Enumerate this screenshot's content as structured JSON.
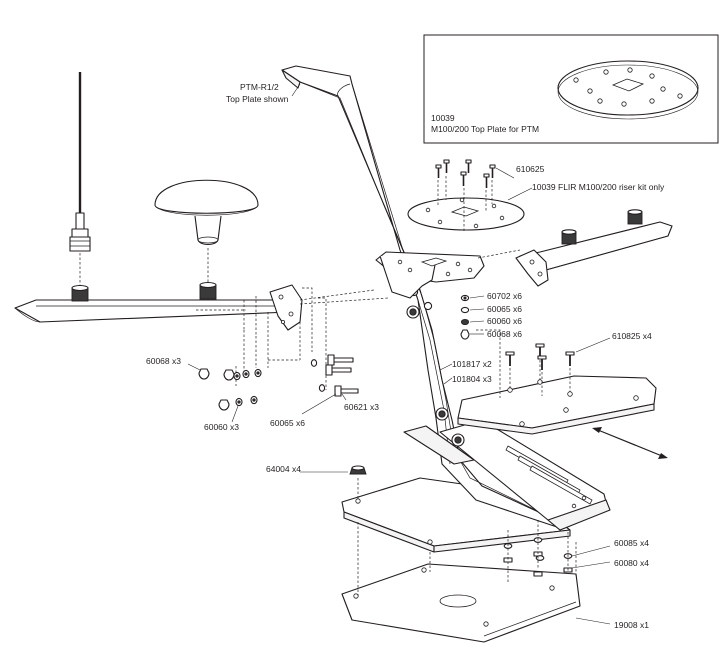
{
  "inset": {
    "part_number": "10039",
    "description": "M100/200 Top Plate for PTM"
  },
  "labels": {
    "ptm_model": "PTM-R1/2",
    "ptm_note": "Top Plate shown",
    "bolt_610625": "610625",
    "riser_kit": "10039 FLIR M100/200 riser kit only",
    "p60702": "60702  x6",
    "p60065_right": "60065  x6",
    "p60060_right": "60060  x6",
    "p60068_right": "60068  x6",
    "p610825": "610825  x4",
    "p101817": "101817  x2",
    "p101804": "101804  x3",
    "p60068_left": "60068  x3",
    "p60060_left": "60060  x3",
    "p60065_left": "60065  x6",
    "p60621": "60621  x3",
    "p64004": "64004  x4",
    "p60085": "60085  x4",
    "p60080": "60080  x4",
    "p19008": "19008  x1"
  }
}
